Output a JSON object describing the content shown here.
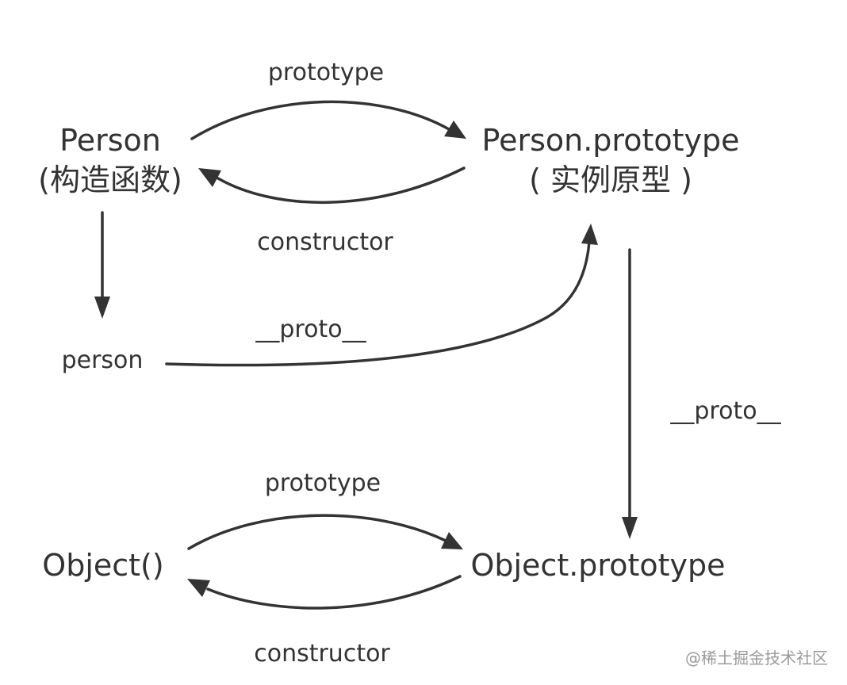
{
  "nodes": {
    "person_ctor": {
      "name": "Person",
      "note": "(构造函数)"
    },
    "person_proto": {
      "name": "Person.prototype",
      "note": "( 实例原型 )"
    },
    "person_instance": {
      "name": "person"
    },
    "object_ctor": {
      "name": "Object()"
    },
    "object_proto": {
      "name": "Object.prototype"
    }
  },
  "edges": {
    "person_prototype": {
      "from": "Person",
      "to": "Person.prototype",
      "label": "prototype"
    },
    "person_constructor": {
      "from": "Person.prototype",
      "to": "Person",
      "label": "constructor"
    },
    "person_new": {
      "from": "Person",
      "to": "person",
      "label": ""
    },
    "person_proto_link": {
      "from": "person",
      "to": "Person.prototype",
      "label": "__proto__"
    },
    "personproto_proto_link": {
      "from": "Person.prototype",
      "to": "Object.prototype",
      "label": "__proto__"
    },
    "object_prototype": {
      "from": "Object()",
      "to": "Object.prototype",
      "label": "prototype"
    },
    "object_constructor": {
      "from": "Object.prototype",
      "to": "Object()",
      "label": "constructor"
    }
  },
  "watermark": "@稀土掘金技术社区",
  "colors": {
    "ink": "#333333",
    "watermark": "#999999",
    "background": "#ffffff"
  }
}
